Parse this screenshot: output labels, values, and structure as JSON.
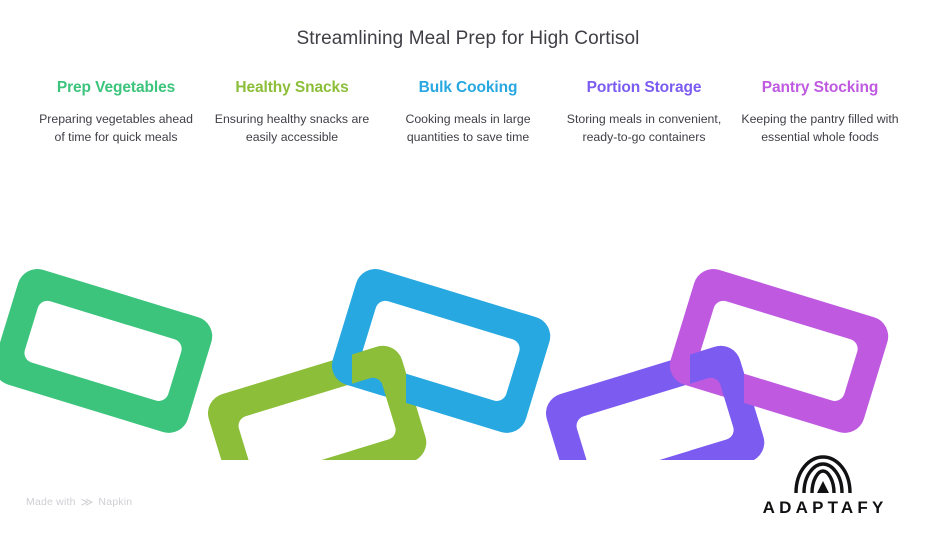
{
  "title": "Streamlining Meal Prep for High Cortisol",
  "columns": [
    {
      "heading": "Prep Vegetables",
      "description": "Preparing vegetables ahead of time for quick meals",
      "color": "#3cc47c"
    },
    {
      "heading": "Healthy Snacks",
      "description": "Ensuring healthy snacks are easily accessible",
      "color": "#8cbe39"
    },
    {
      "heading": "Bulk Cooking",
      "description": "Cooking meals in large quantities to save time",
      "color": "#28a8e0"
    },
    {
      "heading": "Portion Storage",
      "description": "Storing meals in convenient, ready-to-go containers",
      "color": "#7c5cf0"
    },
    {
      "heading": "Pantry Stocking",
      "description": "Keeping the pantry filled with essential whole foods",
      "color": "#bf5ae0"
    }
  ],
  "chain": {
    "links": [
      {
        "name": "prep-vegetables-link",
        "color": "#3cc47c"
      },
      {
        "name": "healthy-snacks-link",
        "color": "#8cbe39"
      },
      {
        "name": "bulk-cooking-link",
        "color": "#28a8e0"
      },
      {
        "name": "portion-storage-link",
        "color": "#7c5cf0"
      },
      {
        "name": "pantry-stocking-link",
        "color": "#bf5ae0"
      }
    ]
  },
  "footer": {
    "made_with_prefix": "Made with",
    "made_with_brand": "Napkin",
    "napkin_glyph": "≫"
  },
  "brand": {
    "name": "ADAPTAFY"
  }
}
